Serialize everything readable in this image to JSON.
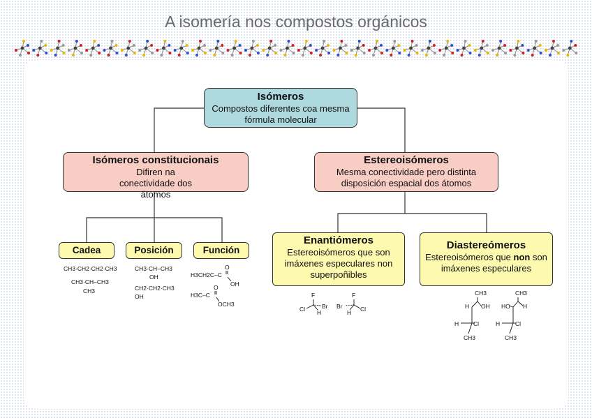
{
  "title": "A isomería nos compostos orgánicos",
  "root": {
    "title": "Isómeros",
    "description": "Compostos diferentes coa mesma fórmula molecular"
  },
  "constitutional": {
    "title": "Isómeros constitucionais",
    "description": "Difiren na conectividade dos átomos"
  },
  "stereo": {
    "title": "Estereoisómeros",
    "description": "Mesma conectividade pero distinta disposición espacial dos átomos"
  },
  "chain": {
    "title": "Cadea",
    "formulas": [
      "CH3·CH2·CH2·CH3",
      "CH3·CH–CH3",
      "CH3"
    ]
  },
  "position": {
    "title": "Posición",
    "formulas": [
      "CH3·CH–CH3",
      "OH",
      "CH2·CH2·CH3",
      "OH"
    ]
  },
  "function": {
    "title": "Función",
    "formulas": [
      "H3CH2C–C",
      "O",
      "OH",
      "H3C–C",
      "O",
      "OCH3"
    ]
  },
  "enantiomers": {
    "title": "Enantiómeros",
    "description": "Estereoisómeros que son imáxenes especulares non superpoñibles",
    "atoms": [
      "F",
      "Cl",
      "Br",
      "H",
      "F",
      "Br",
      "Cl",
      "H"
    ]
  },
  "diastereomers": {
    "title": "Diastereómeros",
    "description_pre": "Estereoisómeros que ",
    "description_bold": "non",
    "description_post": " son imáxenes especulares",
    "atoms": [
      "CH3",
      "H",
      "OH",
      "H",
      "Cl",
      "CH3",
      "CH3",
      "HO",
      "H",
      "H",
      "Cl",
      "CH3"
    ]
  },
  "colors": {
    "root": "#aedadf",
    "level1": "#f8cdc4",
    "level2": "#fdf9ae",
    "border": "#333333",
    "title": "#6a6a6a"
  }
}
